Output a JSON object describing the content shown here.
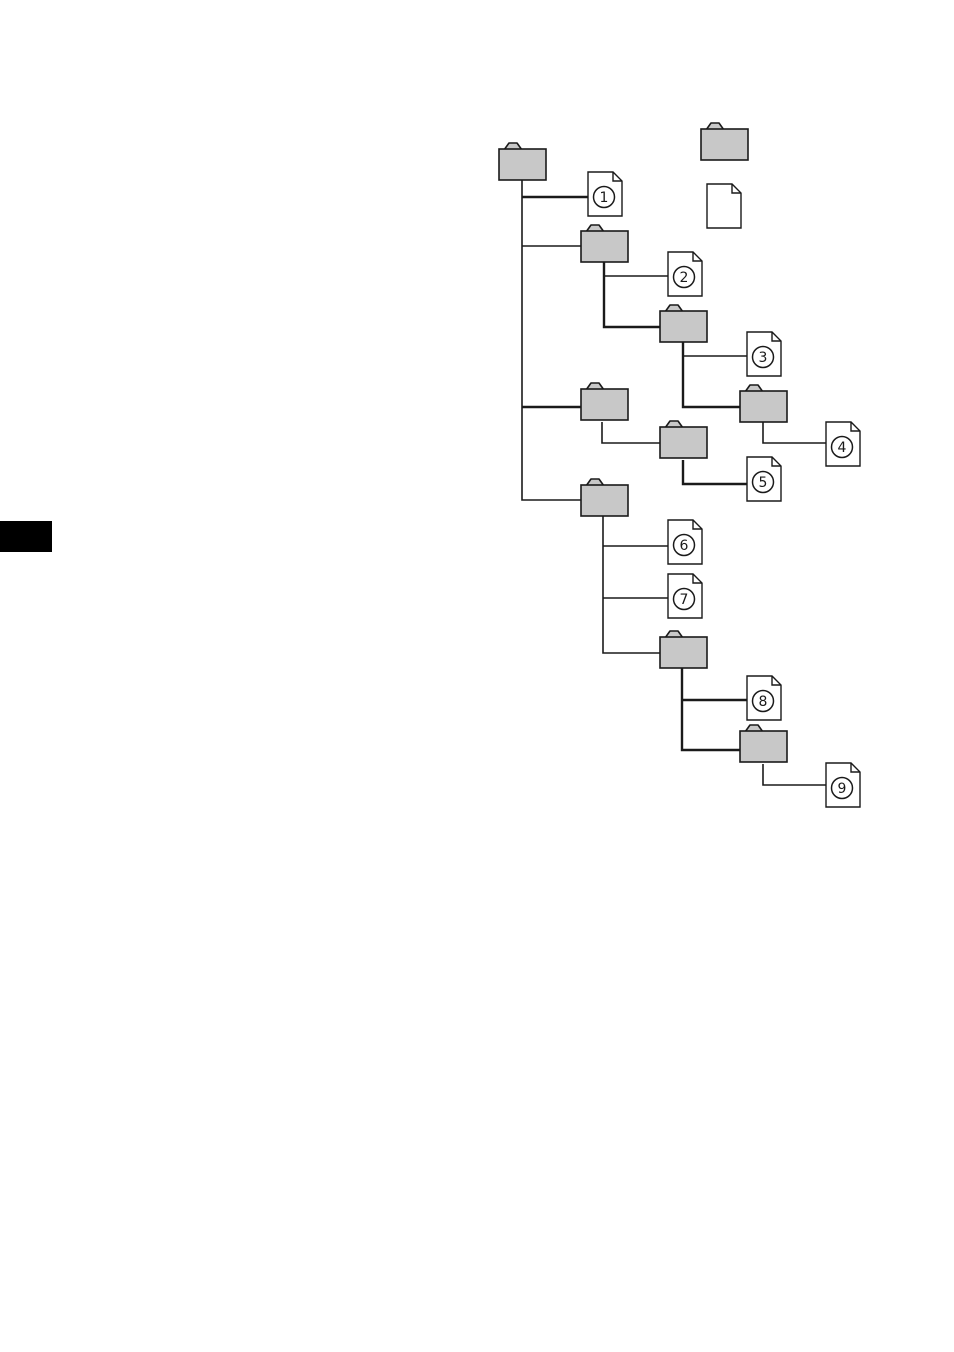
{
  "page": {
    "tab_color": "#000000"
  },
  "diagram": {
    "colors": {
      "folder_fill": "#c8c8c8",
      "outline": "#1a1a1a",
      "file_fill": "#ffffff"
    },
    "legend": [
      {
        "kind": "folder",
        "icon": "folder-icon"
      },
      {
        "kind": "file",
        "icon": "file-icon"
      }
    ],
    "nodes": [
      {
        "id": "root",
        "kind": "folder"
      },
      {
        "id": "file-1",
        "kind": "file",
        "label": "1",
        "parent": "root"
      },
      {
        "id": "A",
        "kind": "folder",
        "parent": "root"
      },
      {
        "id": "file-2",
        "kind": "file",
        "label": "2",
        "parent": "A"
      },
      {
        "id": "A1",
        "kind": "folder",
        "parent": "A"
      },
      {
        "id": "file-3",
        "kind": "file",
        "label": "3",
        "parent": "A1"
      },
      {
        "id": "A1a",
        "kind": "folder",
        "parent": "A1"
      },
      {
        "id": "file-4",
        "kind": "file",
        "label": "4",
        "parent": "A1a"
      },
      {
        "id": "B",
        "kind": "folder",
        "parent": "root"
      },
      {
        "id": "B1",
        "kind": "folder",
        "parent": "B"
      },
      {
        "id": "file-5",
        "kind": "file",
        "label": "5",
        "parent": "B1"
      },
      {
        "id": "C",
        "kind": "folder",
        "parent": "root"
      },
      {
        "id": "file-6",
        "kind": "file",
        "label": "6",
        "parent": "C"
      },
      {
        "id": "file-7",
        "kind": "file",
        "label": "7",
        "parent": "C"
      },
      {
        "id": "C1",
        "kind": "folder",
        "parent": "C"
      },
      {
        "id": "file-8",
        "kind": "file",
        "label": "8",
        "parent": "C1"
      },
      {
        "id": "C1a",
        "kind": "folder",
        "parent": "C1"
      },
      {
        "id": "file-9",
        "kind": "file",
        "label": "9",
        "parent": "C1a"
      }
    ]
  }
}
